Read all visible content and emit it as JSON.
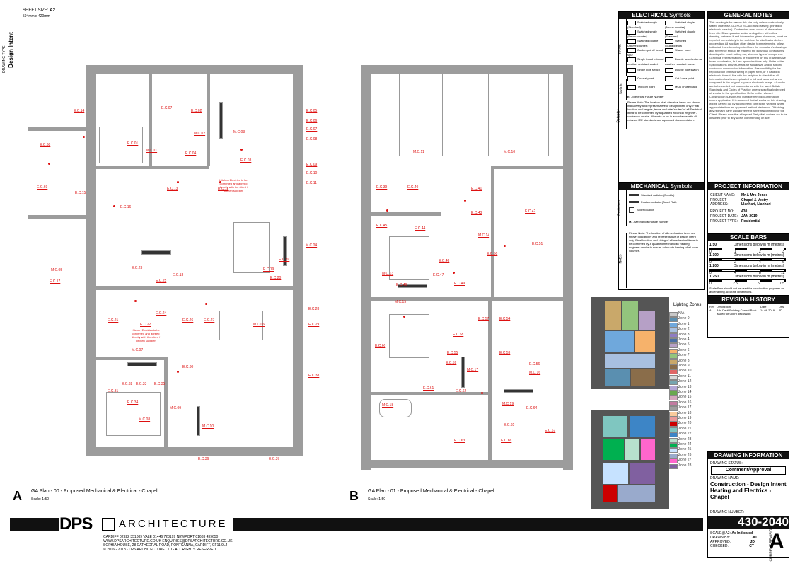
{
  "sheet": {
    "size_label": "SHEET SIZE:",
    "size": "A2",
    "dims": "594mm x 420mm",
    "type_label": "DRAWING TYPE:",
    "type": "Design Intent"
  },
  "plan_a": {
    "letter": "A",
    "title": "GA Plan - 00 - Proposed Mechanical & Electrical - Chapel",
    "scale": "Scale: 1:50",
    "labels": [
      "E.C.14",
      "E.C.07",
      "E.C.02",
      "M.C.02",
      "M.C.03",
      "E.C.03",
      "E.C.05",
      "E.C.06",
      "E.C.07",
      "E.C.08",
      "E.C.09",
      "E.C.10",
      "E.C.11",
      "E.C.01",
      "E.C.04",
      "E.C.13",
      "E.C.12",
      "E.C.68",
      "E.C.69",
      "E.C.15",
      "E.C.16",
      "M.C.01",
      "M.C.05",
      "E.C.17",
      "E.C.23",
      "E.C.18",
      "E.C.25",
      "M.C.04",
      "E.C.19",
      "E.C.20",
      "E.C.21",
      "E.C.22",
      "E.C.24",
      "E.C.26",
      "E.C.27",
      "M.C.06",
      "E.C.28",
      "E.C.29",
      "M.C.07",
      "E.C.30",
      "E.C.38",
      "E.C.31",
      "E.C.32",
      "E.C.33",
      "E.C.35",
      "E.C.34",
      "M.C.09",
      "M.C.08",
      "M.C.10",
      "E.C.36",
      "E.C.37",
      "E.C.39"
    ],
    "note_kitchen": "Kitchen Electrics to be confirmed and agreed directly with the client / kitchen supplier",
    "note_kitchen2": "Kitchen Electrics to be confirmed and agreed directly with the client / kitchen supplier"
  },
  "plan_b": {
    "letter": "B",
    "title": "GA Plan - 01 - Proposed Mechanical & Electrical - Chapel",
    "scale": "Scale: 1:50",
    "labels": [
      "M.C.11",
      "M.C.10",
      "E.C.39",
      "E.C.40",
      "E.C.41",
      "E.C.42",
      "E.C.43",
      "E.C.44",
      "E.C.45",
      "M.C.14",
      "E.C.50",
      "E.C.51",
      "M.C.13",
      "E.C.46",
      "E.C.47",
      "E.C.48",
      "E.C.49",
      "M.C.15",
      "E.C.57",
      "E.C.54",
      "E.C.53",
      "E.C.55",
      "E.C.60",
      "E.C.58",
      "E.C.59",
      "M.C.17",
      "E.C.56",
      "M.C.16",
      "E.C.61",
      "E.C.62",
      "M.C.18",
      "E.C.64",
      "E.C.65",
      "E.C.63",
      "E.C.66",
      "E.C.67",
      "M.C.19"
    ]
  },
  "electrical_symbols": {
    "title_bold": "ELECTRICAL",
    "title_rest": "Symbols",
    "items": [
      "Switched single (Standard)",
      "Switched single (Above counter)",
      "Switched single (Below counter)",
      "Switched double (Standard)",
      "Switched double (Above counter)",
      "Switched double/Below",
      "Cooker point / fused spur",
      "Shaver point",
      "Single fused external weather resistant socket",
      "Double fused external weather resistant socket",
      "Single pole switch",
      "Double pole switch",
      "Coaxial point",
      "Cat / data point",
      "Telecom point",
      "MCB / Fuseboard"
    ],
    "groups": [
      "Socket",
      "Switch",
      "Detector"
    ],
    "future_number": "Electrical Future Number",
    "note": "Please Note: The location of all electrical items are shown indicatively and representative of design intent only. Final location and heights, terms and wire 'routes' of all Electrical items to be confirmed by a qualified electrical engineer / contractor on site. All works to be in accordance with all relevant IEE standards and Approved documentation."
  },
  "mechanical_symbols": {
    "title_bold": "MECHANICAL",
    "title_rest": "Symbols",
    "items": [
      "Standard radiator (Double)",
      "Feature radiator (Towel Rail)",
      "Boiler location",
      "Mechanical Future Number"
    ],
    "groups": [
      "Radiators",
      "Notes"
    ],
    "note": "Please Note: The location of all mechanical items are shown indicatively and representative of design intent only. Final location and sizing of all mechanical items to be confirmed by a qualified mechanical / heating engineer on site to ensure adequate heating of all room volumes."
  },
  "general_notes": {
    "title": "GENERAL NOTES",
    "text": "This drawing is for use on this site only unless contractually stated otherwise. DO NOT SCALE this drawing (printed or electronic version). Contractors must check all dimensions from site. Discrepancies and/or ambiguities within this drawing, between it and information given elsewhere, must be reported immediately to the architect for clarification before proceeding. All ancillary other design team elements, unless indicated, have been imported from the consultant's drawings and reference should be made to the individual consultant's drawings for exact setting out, size and type of component. Graphical representations of equipment on this drawing have been coordinated, but are approximations only. Refer to the Specifications and/or Details for actual size and/or specific contractor construction information. Responsibility for the reproduction of this drawing in paper form, or if issued in electronic format, lies with the recipient to check that all information has been replicated in full and is correct when compared to the original paper or electronic image. All works are to be carried out in accordance with the latest British Standards and Codes of Practice unless specifically directed otherwise in the specification. Refer to the relevant Construction (Design and Management) documentation where applicable. It is assumed that all works on this drawing will be carried out by a competent contractor, working where appropriate from an approved method statement. Obtaining any relevant party wall agreement is the responsibility of the Client. Please note that all agreed Party Wall notices are to be obtained prior to any works commencing on site."
  },
  "project_info": {
    "title": "PROJECT INFORMATION",
    "client_label": "CLIENT NAME:",
    "client": "Mr & Mrs Jones",
    "address_label": "PROJECT ADDRESS:",
    "address": "Chapel & Vestry - Llanhari, Llanhari",
    "number_label": "PROJECT NO:",
    "number": "430",
    "date_label": "PROJECT DATE:",
    "date": "JAN 2019",
    "ptype_label": "PROJECT TYPE:",
    "ptype": "Residential"
  },
  "scale_bars": {
    "title": "SCALE BARS",
    "rows": [
      {
        "scale": "1:50",
        "text": "Dimensions below in m (metres)",
        "ticks": [
          "0",
          "1",
          "2",
          "3"
        ]
      },
      {
        "scale": "1:100",
        "text": "Dimensions below in m (metres)",
        "ticks": [
          "0",
          "2",
          "4",
          "6"
        ]
      },
      {
        "scale": "1:200",
        "text": "Dimensions below in m (metres)",
        "ticks": [
          "0",
          "4",
          "8",
          "12"
        ]
      },
      {
        "scale": "1:250",
        "text": "Dimensions below in m (metres)",
        "ticks": [
          "0",
          "2.5",
          "5",
          "7.5"
        ]
      }
    ],
    "note": "Scale Bars should not be used for construction purposes or ascertaining accurate dimensions."
  },
  "revision": {
    "title": "REVISION HISTORY",
    "headers": [
      "Rev",
      "Description",
      "Date",
      "Drw"
    ],
    "rows": [
      [
        "A",
        "Add Devil Building Control Pack issued for Client discussion",
        "14.08.2019",
        "JD"
      ]
    ]
  },
  "lighting_zones": {
    "title": "Lighting Zones",
    "zones": [
      {
        "name": "N/A",
        "color": "#c8c8c8"
      },
      {
        "name": "Zone 0",
        "color": "#5a8fb0"
      },
      {
        "name": "Zone 1",
        "color": "#6fa8dc"
      },
      {
        "name": "Zone 2",
        "color": "#a8c0e0"
      },
      {
        "name": "Zone 3",
        "color": "#8e7cc3"
      },
      {
        "name": "Zone 4",
        "color": "#4a6fa5"
      },
      {
        "name": "Zone 5",
        "color": "#b6a0c6"
      },
      {
        "name": "Zone 6",
        "color": "#f6b26b"
      },
      {
        "name": "Zone 7",
        "color": "#93c47d"
      },
      {
        "name": "Zone 8",
        "color": "#c9a86a"
      },
      {
        "name": "Zone 9",
        "color": "#8a6d4a"
      },
      {
        "name": "Zone 10",
        "color": "#e06666"
      },
      {
        "name": "Zone 11",
        "color": "#d9d9d9"
      },
      {
        "name": "Zone 12",
        "color": "#76a5af"
      },
      {
        "name": "Zone 13",
        "color": "#b4a7d6"
      },
      {
        "name": "Zone 14",
        "color": "#6aa84f"
      },
      {
        "name": "Zone 15",
        "color": "#d5a6bd"
      },
      {
        "name": "Zone 16",
        "color": "#c27ba0"
      },
      {
        "name": "Zone 17",
        "color": "#9e9e9e"
      },
      {
        "name": "Zone 18",
        "color": "#f9cb9c"
      },
      {
        "name": "Zone 19",
        "color": "#ea9999"
      },
      {
        "name": "Zone 20",
        "color": "#cc0000"
      },
      {
        "name": "Zone 21",
        "color": "#7fc6c0"
      },
      {
        "name": "Zone 22",
        "color": "#3d85c6"
      },
      {
        "name": "Zone 23",
        "color": "#b7e1cd"
      },
      {
        "name": "Zone 24",
        "color": "#00b050"
      },
      {
        "name": "Zone 25",
        "color": "#c6e2ff"
      },
      {
        "name": "Zone 26",
        "color": "#99aacc"
      },
      {
        "name": "Zone 27",
        "color": "#ff66cc"
      },
      {
        "name": "Zone 28",
        "color": "#8060a0"
      }
    ]
  },
  "drawing_info": {
    "title": "DRAWING INFORMATION",
    "status_label": "DRAWING STATUS:",
    "status": "Comment/Approval",
    "name_label": "DRAWING NAME:",
    "name": "Construction - Design Intent Heating and Electrics - Chapel",
    "number_label": "DRAWING NUMBER:",
    "number": "430-2040",
    "scale_label": "SCALE@A2:",
    "scale": "As Indicated",
    "drawn_label": "DRAWN BY:",
    "drawn": "JD",
    "approved_label": "APPROVED:",
    "approved": "JD",
    "checked_label": "CHECKED:",
    "checked": "CT",
    "revision_label": "CURRENT REVISION:",
    "revision": "A"
  },
  "footer": {
    "brand_a": "DPS",
    "brand_b": "ARCHITECTURE",
    "line1": "CARDIFF 02922 351089  VALE 01446 728199  NEWPORT 01633 439650",
    "line2": "WWW.DPSARCHITECTURE.CO.UK   ENQUIRIES@DPSARCHITECTURE.CO.UK",
    "line3": "SOPHIA HOUSE, 28 CATHEDRAL ROAD, PONTCANNA, CARDIFF, CF11 9LJ",
    "line4": "© 2016 - 2018 - DPS ARCHITECTURE LTD - ALL RIGHTS RESERVED"
  },
  "colors": {
    "red": "#dd1111",
    "wall": "#9c9c9c",
    "accent": "#111111"
  }
}
